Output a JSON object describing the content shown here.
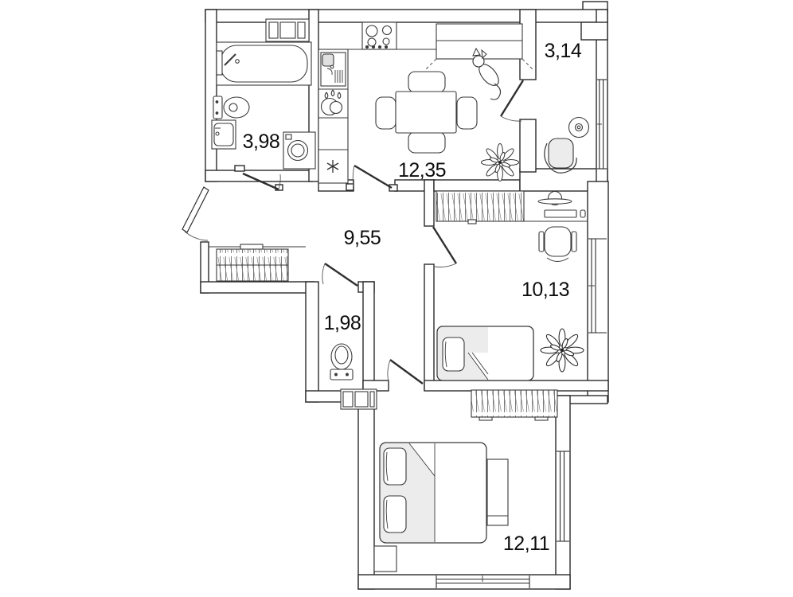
{
  "plan": {
    "type": "apartment-floor-plan",
    "background": "#ffffff",
    "wall_color": "#2a2a2a",
    "furniture_color": "#3a3a3a",
    "shade_color": "#ececec",
    "area_unit": "m2",
    "rooms": [
      {
        "name": "bathroom",
        "area": "3,98",
        "fixtures": [
          "bathtub",
          "toilet",
          "wash-basin",
          "washing-machine",
          "shelf"
        ]
      },
      {
        "name": "kitchen-living-room",
        "area": "12,35",
        "fixtures": [
          "kitchen-counter",
          "cooktop",
          "kitchen-sink",
          "refrigerator",
          "upper-cabinet",
          "dining-table",
          "chairs",
          "dog",
          "plant"
        ]
      },
      {
        "name": "balcony",
        "area": "3,14",
        "fixtures": [
          "armchair",
          "round-table",
          "window"
        ]
      },
      {
        "name": "hallway",
        "area": "9,55",
        "fixtures": [
          "wardrobe",
          "entrance-door"
        ]
      },
      {
        "name": "toilet-room",
        "area": "1,98",
        "fixtures": [
          "toilet"
        ]
      },
      {
        "name": "bedroom-small",
        "area": "10,13",
        "fixtures": [
          "wardrobe",
          "desk",
          "office-chair",
          "single-bed",
          "plant",
          "window"
        ]
      },
      {
        "name": "bedroom-large",
        "area": "12,11",
        "fixtures": [
          "wardrobe",
          "double-bed",
          "nightstand",
          "window"
        ]
      }
    ]
  }
}
